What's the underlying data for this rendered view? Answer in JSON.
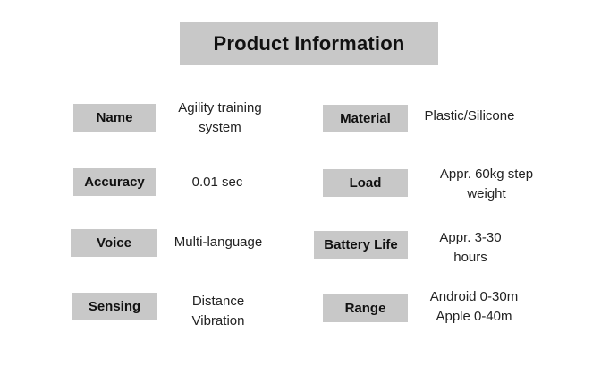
{
  "title": "Product Information",
  "left": [
    {
      "label": "Name",
      "value": "Agility  training\nsystem"
    },
    {
      "label": "Accuracy",
      "value": "0.01 sec"
    },
    {
      "label": "Voice",
      "value": "Multi-language"
    },
    {
      "label": "Sensing",
      "value": "Distance\nVibration"
    }
  ],
  "right": [
    {
      "label": "Material",
      "value": "Plastic/Silicone"
    },
    {
      "label": "Load",
      "value": "Appr. 60kg step\nweight"
    },
    {
      "label": "Battery Life",
      "value": "Appr. 3-30\nhours"
    },
    {
      "label": "Range",
      "value": "Android 0-30m\nApple 0-40m"
    }
  ]
}
